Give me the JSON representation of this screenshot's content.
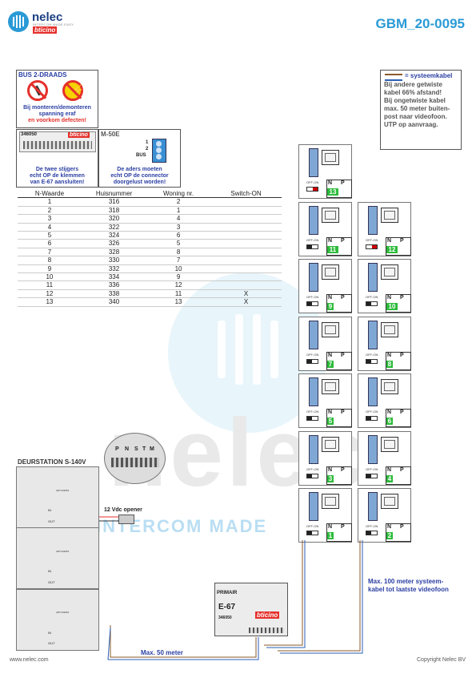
{
  "header": {
    "logo_name": "nelec",
    "logo_tagline": "INTERCOM MADE EASY",
    "brand": "bticino",
    "doc_code": "GBM_20-0095"
  },
  "warning": {
    "title": "BUS 2-DRAADS",
    "text": [
      "Bij monteren/demonteren",
      "spanning eraf",
      "en voorkom defecten!"
    ]
  },
  "connector_note": {
    "part": "346050",
    "text": [
      "De twee stijgers",
      "echt OP de klemmen",
      "van E-67 aansluiten!"
    ]
  },
  "m50e": {
    "title": "M-50E",
    "pins": [
      "1",
      "2",
      "BUS"
    ],
    "text": [
      "De aders moeten",
      "echt OP de connector",
      "doorgelust worden!"
    ]
  },
  "cable_note": {
    "legend": "= systeemkabel",
    "lines": [
      "Bij andere getwiste",
      "kabel 66% afstand!",
      "Bij ongetwiste kabel",
      "max. 50 meter buiten-",
      "post naar videofoon.",
      "UTP op aanvraag."
    ]
  },
  "table": {
    "headers": [
      "N-Waarde",
      "Huisnummer",
      "Woning nr.",
      "Switch-ON"
    ],
    "rows": [
      [
        "1",
        "316",
        "2",
        ""
      ],
      [
        "2",
        "318",
        "1",
        ""
      ],
      [
        "3",
        "320",
        "4",
        ""
      ],
      [
        "4",
        "322",
        "3",
        ""
      ],
      [
        "5",
        "324",
        "6",
        ""
      ],
      [
        "6",
        "326",
        "5",
        ""
      ],
      [
        "7",
        "328",
        "8",
        ""
      ],
      [
        "8",
        "330",
        "7",
        ""
      ],
      [
        "9",
        "332",
        "10",
        ""
      ],
      [
        "10",
        "334",
        "9",
        ""
      ],
      [
        "11",
        "336",
        "12",
        ""
      ],
      [
        "12",
        "338",
        "11",
        "X"
      ],
      [
        "13",
        "340",
        "13",
        "X"
      ]
    ]
  },
  "monitor_labels": {
    "n": "N",
    "p": "P",
    "offon": "OFF-ON"
  },
  "monitors_left": [
    "13",
    "11",
    "9",
    "7",
    "5",
    "3",
    "1"
  ],
  "monitors_right": [
    "12",
    "10",
    "8",
    "6",
    "4",
    "2"
  ],
  "door_station": {
    "title": "DEURSTATION S-140V",
    "zoom_labels": [
      "P",
      "N",
      "S",
      "T",
      "M"
    ],
    "module_code": "ART.332051",
    "in_label": "IN",
    "out_label": "OUT"
  },
  "opener_label": "12 Vdc opener",
  "e67": {
    "header": "PRIMAIR",
    "name": "E-67",
    "part": "346050",
    "brand": "bticino"
  },
  "cable_labels": {
    "max50": "Max. 50 meter",
    "max100": [
      "Max. 100 meter systeem-",
      "kabel tot laatste videofoon"
    ]
  },
  "watermark": {
    "text": "INTERCOM MADE"
  },
  "footer": {
    "website": "www.nelec.com",
    "copyright": "Copyright Nelec BV"
  },
  "colors": {
    "accent": "#2a9ad6",
    "brand_red": "#e5302b",
    "label_blue": "#2b3fa3",
    "green": "#2dbb3a"
  }
}
